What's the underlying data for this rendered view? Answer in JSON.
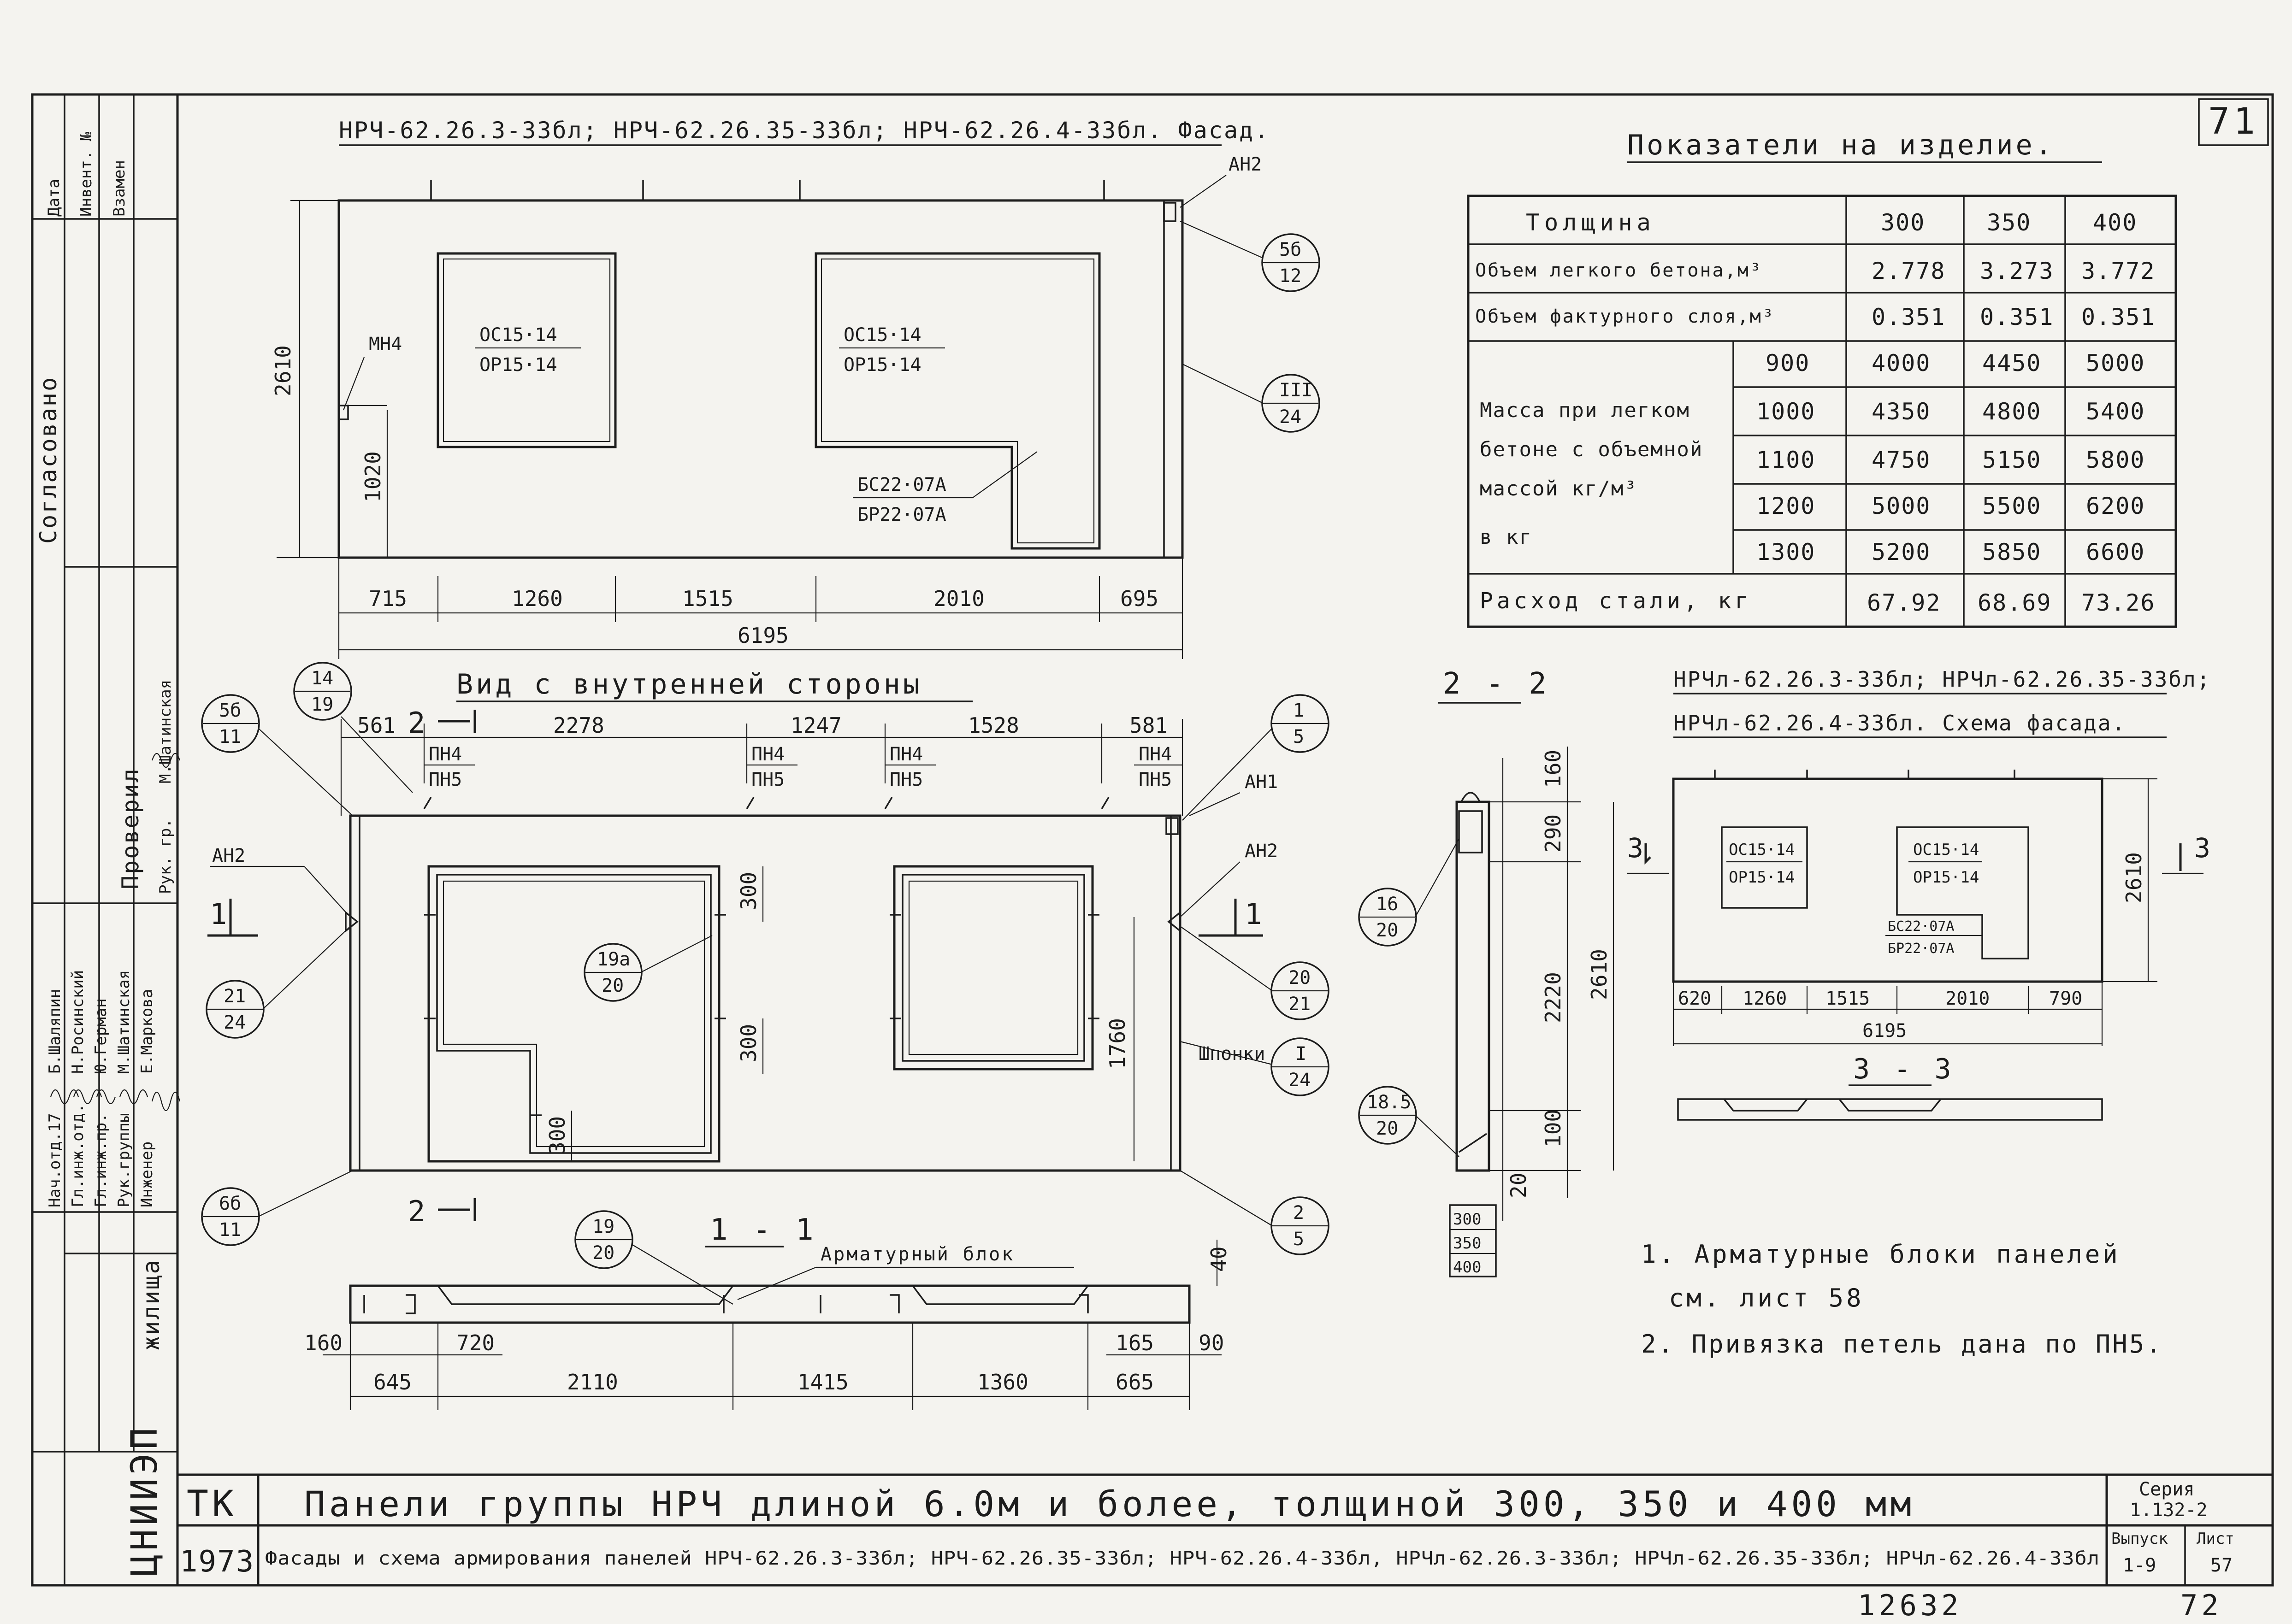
{
  "sheet_number": "71",
  "bottom_numbers": {
    "left": "12632",
    "right": "72"
  },
  "facade": {
    "title": "НРЧ-62.26.3-33бл; НРЧ-62.26.35-33бл; НРЧ-62.26.4-33бл. Фасад.",
    "height_dim": "2610",
    "sill_dim": "1020",
    "window1": {
      "top": "ОС15·14",
      "bottom": "ОР15·14"
    },
    "window2": {
      "top": "ОС15·14",
      "bottom": "ОР15·14"
    },
    "door": {
      "top": "БС22·07А",
      "bottom": "БР22·07А"
    },
    "label_mn": "МН4",
    "label_an2": "АН2",
    "callout_a": {
      "top": "5б",
      "bottom": "12"
    },
    "callout_b": {
      "top": "III",
      "bottom": "24"
    },
    "dims": [
      "715",
      "1260",
      "1515",
      "2010",
      "695"
    ],
    "total": "6195"
  },
  "indicators": {
    "title": "Показатели на изделие.",
    "thickness_label": "Толщина",
    "thicknesses": [
      "300",
      "350",
      "400"
    ],
    "rows": [
      {
        "label": "Объем легкого бетона,м³",
        "values": [
          "2.778",
          "3.273",
          "3.772"
        ]
      },
      {
        "label": "Объем фактурного слоя,м³",
        "values": [
          "0.351",
          "0.351",
          "0.351"
        ]
      }
    ],
    "mass_label": [
      "Масса при легком",
      "бетоне с объемной",
      "массой кг/м³",
      "в кг"
    ],
    "mass_rows": [
      {
        "density": "900",
        "values": [
          "4000",
          "4450",
          "5000"
        ]
      },
      {
        "density": "1000",
        "values": [
          "4350",
          "4800",
          "5400"
        ]
      },
      {
        "density": "1100",
        "values": [
          "4750",
          "5150",
          "5800"
        ]
      },
      {
        "density": "1200",
        "values": [
          "5000",
          "5500",
          "6200"
        ]
      },
      {
        "density": "1300",
        "values": [
          "5200",
          "5850",
          "6600"
        ]
      }
    ],
    "steel": {
      "label": "Расход стали, кг",
      "values": [
        "67.92",
        "68.69",
        "73.26"
      ]
    }
  },
  "inner_view": {
    "title": "Вид с внутренней стороны",
    "section_mark": "2",
    "top_dims": [
      "561",
      "2278",
      "1247",
      "1528",
      "581"
    ],
    "loops": [
      {
        "top": "ПН4",
        "bottom": "ПН5"
      },
      {
        "top": "ПН4",
        "bottom": "ПН5"
      },
      {
        "top": "ПН4",
        "bottom": "ПН5"
      },
      {
        "top": "ПН4",
        "bottom": "ПН5"
      }
    ],
    "callout_14_19": {
      "top": "14",
      "bottom": "19"
    },
    "callout_5b_11": {
      "top": "5б",
      "bottom": "11"
    },
    "callout_1_5": {
      "top": "1",
      "bottom": "5"
    },
    "label_an1": "АН1",
    "label_an2_left": "АН2",
    "label_an2_right": "АН2",
    "section_1": "1",
    "callout_21_24": {
      "top": "21",
      "bottom": "24"
    },
    "callout_19a_20": {
      "top": "19а",
      "bottom": "20"
    },
    "callout_20_21": {
      "top": "20",
      "bottom": "21"
    },
    "shponki": "Шпонки",
    "callout_I_24": {
      "top": "I",
      "bottom": "24"
    },
    "dim_300a": "300",
    "dim_300b": "300",
    "dim_300c": "300",
    "dim_1760": "1760",
    "callout_6b_11": {
      "top": "6б",
      "bottom": "11"
    },
    "callout_2_5": {
      "top": "2",
      "bottom": "5"
    }
  },
  "section_1_1": {
    "title": "1 - 1",
    "label_block": "Арматурный блок",
    "callout_19_20": {
      "top": "19",
      "bottom": "20"
    },
    "dims_top": [
      "160",
      "720",
      "165",
      "90"
    ],
    "dims_bottom": [
      "645",
      "2110",
      "1415",
      "1360",
      "665"
    ],
    "dim_40": "40"
  },
  "section_2_2": {
    "title": "2 - 2",
    "dims": [
      "160",
      "290",
      "2220",
      "100",
      "20"
    ],
    "total": "2610",
    "callout_16_20": {
      "top": "16",
      "bottom": "20"
    },
    "callout_185_20": {
      "top": "18.5",
      "bottom": "20"
    },
    "thicknesses": [
      "300",
      "350",
      "400"
    ]
  },
  "scheme": {
    "title_line1": "НРЧл-62.26.3-33бл; НРЧл-62.26.35-33бл;",
    "title_line2": "НРЧл-62.26.4-33бл. Схема фасада.",
    "window1": {
      "top": "ОС15·14",
      "bottom": "ОР15·14"
    },
    "window2": {
      "top": "ОС15·14",
      "bottom": "ОР15·14"
    },
    "door": {
      "top": "БС22·07А",
      "bottom": "БР22·07А"
    },
    "section_mark": "3",
    "height": "2610",
    "dims": [
      "620",
      "1260",
      "1515",
      "2010",
      "790"
    ],
    "total": "6195",
    "section_3_3": "3 - 3"
  },
  "notes": [
    "1. Арматурные блоки панелей",
    "см. лист 58",
    "2. Привязка петель дана по ПН5."
  ],
  "left_strip": {
    "col_headers": [
      "Дата",
      "Инвент. №",
      "Взамен"
    ],
    "agreed": "Согласовано",
    "checked": "Проверил",
    "checker_role": "Рук. гр.",
    "checker_name": "М.Шатинская",
    "roles": [
      "Нач.отд.17",
      "Гл.инж.отд.",
      "Гл.инж.пр.",
      "Рук.группы",
      "Инженер"
    ],
    "names": [
      "Б.Шаляпин",
      "Н.Росинский",
      "Ю.Герман",
      "М.Шатинская",
      "Е.Маркова"
    ]
  },
  "title_block": {
    "org": "ЦНИИЭП",
    "org_sub": "жилища",
    "code": "ТК",
    "year": "1973",
    "title_line1": "Панели группы НРЧ длиной 6.0м и более, толщиной 300, 350 и 400 мм",
    "title_line2": "Фасады и схема армирования панелей НРЧ-62.26.3-33бл; НРЧ-62.26.35-33бл; НРЧ-62.26.4-33бл, НРЧл-62.26.3-33бл; НРЧл-62.26.35-33бл; НРЧл-62.26.4-33бл",
    "series_label": "Серия",
    "series": "1.132-2",
    "issue_label": "Выпуск",
    "issue": "1-9",
    "sheet_label": "Лист",
    "sheet": "57"
  }
}
